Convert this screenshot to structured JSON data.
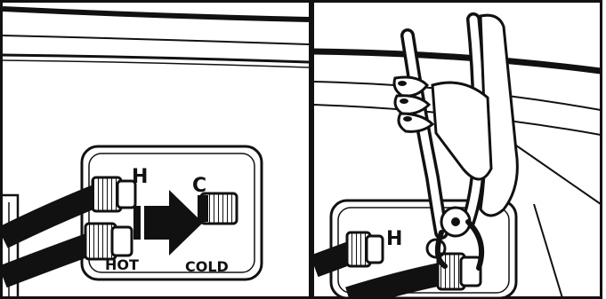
{
  "panels": [
    {
      "id": "connect-hoses",
      "labels": {
        "hot_marker": "H",
        "cold_marker": "C",
        "hot_text": "HOT",
        "cold_text": "COLD"
      }
    },
    {
      "id": "tighten-fitting",
      "labels": {
        "hot_marker": "H"
      }
    }
  ],
  "colors": {
    "ink": "#111111",
    "paper": "#ffffff",
    "shade": "#dcdcdc"
  },
  "icons": [
    "arrow-right-icon",
    "pliers-icon",
    "hand-icon",
    "hose-icon",
    "valve-icon"
  ]
}
